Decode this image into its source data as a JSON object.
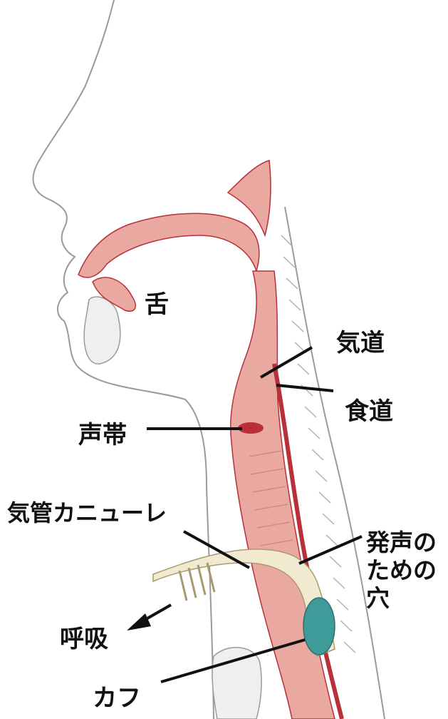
{
  "labels": {
    "tongue": "舌",
    "airway": "気道",
    "esophagus": "食道",
    "vocal_cords": "声帯",
    "tracheostomy_tube": "気管カニューレ",
    "speaking_hole_line1": "発声の",
    "speaking_hole_line2": "ための",
    "speaking_hole_line3": "穴",
    "breathing": "呼吸",
    "cuff": "カフ"
  },
  "colors": {
    "tissue_pink": "#e9a8a0",
    "tissue_dark_red": "#b8303a",
    "skin_outline": "#9a9a9a",
    "bone_fill": "#eef0f0",
    "cuff_teal": "#3f9a9a",
    "tube_cream": "#f2ead0",
    "leader_line": "#111111"
  }
}
